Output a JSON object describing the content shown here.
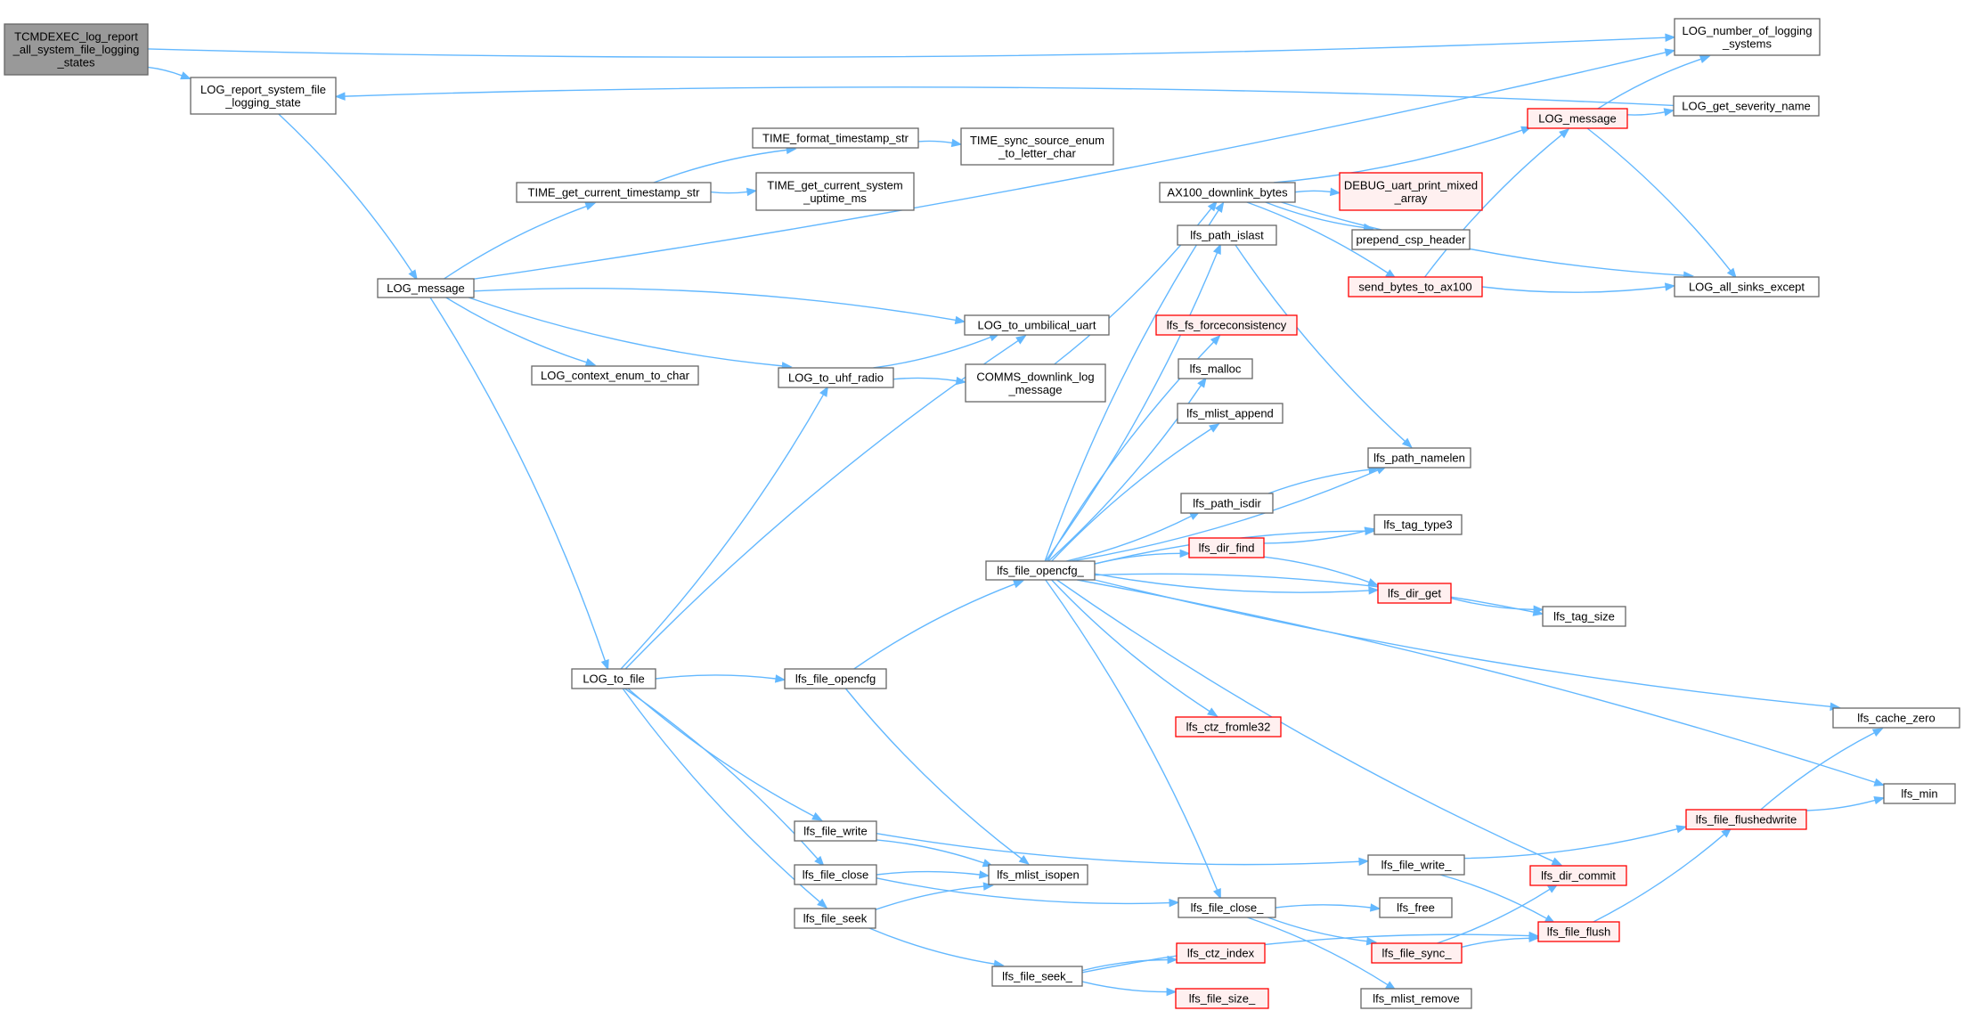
{
  "colors": {
    "edge": "#63b8ff",
    "node_border": "#666666",
    "node_fill": "#ffffff",
    "root_fill": "#999999",
    "root_border": "#666666",
    "truncated_border": "#ff0000",
    "truncated_fill": "#fff0f0"
  },
  "nodes": [
    {
      "id": "tcmdexec",
      "lines": [
        "TCMDEXEC_log_report",
        "_all_system_file_logging",
        "_states"
      ],
      "style": "root"
    },
    {
      "id": "log_report_sys",
      "lines": [
        "LOG_report_system_file",
        "_logging_state"
      ],
      "style": "normal"
    },
    {
      "id": "log_message_a",
      "lines": [
        "LOG_message"
      ],
      "style": "normal"
    },
    {
      "id": "time_get_ts",
      "lines": [
        "TIME_get_current_timestamp_str"
      ],
      "style": "normal"
    },
    {
      "id": "time_format_ts",
      "lines": [
        "TIME_format_timestamp_str"
      ],
      "style": "normal"
    },
    {
      "id": "time_sync_src",
      "lines": [
        "TIME_sync_source_enum",
        "_to_letter_char"
      ],
      "style": "normal"
    },
    {
      "id": "time_uptime",
      "lines": [
        "TIME_get_current_system",
        "_uptime_ms"
      ],
      "style": "normal"
    },
    {
      "id": "log_ctx_enum",
      "lines": [
        "LOG_context_enum_to_char"
      ],
      "style": "normal"
    },
    {
      "id": "log_to_umb",
      "lines": [
        "LOG_to_umbilical_uart"
      ],
      "style": "normal"
    },
    {
      "id": "log_to_uhf",
      "lines": [
        "LOG_to_uhf_radio"
      ],
      "style": "normal"
    },
    {
      "id": "comms_dl_log",
      "lines": [
        "COMMS_downlink_log",
        "_message"
      ],
      "style": "normal"
    },
    {
      "id": "log_to_file",
      "lines": [
        "LOG_to_file"
      ],
      "style": "normal"
    },
    {
      "id": "lfs_file_opencfg",
      "lines": [
        "lfs_file_opencfg"
      ],
      "style": "normal"
    },
    {
      "id": "lfs_file_opencfg_",
      "lines": [
        "lfs_file_opencfg_"
      ],
      "style": "normal"
    },
    {
      "id": "lfs_file_write",
      "lines": [
        "lfs_file_write"
      ],
      "style": "normal"
    },
    {
      "id": "lfs_file_close",
      "lines": [
        "lfs_file_close"
      ],
      "style": "normal"
    },
    {
      "id": "lfs_file_seek",
      "lines": [
        "lfs_file_seek"
      ],
      "style": "normal"
    },
    {
      "id": "lfs_mlist_isopen",
      "lines": [
        "lfs_mlist_isopen"
      ],
      "style": "normal"
    },
    {
      "id": "lfs_file_seek_",
      "lines": [
        "lfs_file_seek_"
      ],
      "style": "normal"
    },
    {
      "id": "ax100_dl",
      "lines": [
        "AX100_downlink_bytes"
      ],
      "style": "normal"
    },
    {
      "id": "lfs_path_islast",
      "lines": [
        "lfs_path_islast"
      ],
      "style": "normal"
    },
    {
      "id": "lfs_fs_forcecons",
      "lines": [
        "lfs_fs_forceconsistency"
      ],
      "style": "truncated"
    },
    {
      "id": "lfs_malloc",
      "lines": [
        "lfs_malloc"
      ],
      "style": "normal"
    },
    {
      "id": "lfs_mlist_append",
      "lines": [
        "lfs_mlist_append"
      ],
      "style": "normal"
    },
    {
      "id": "lfs_path_isdir",
      "lines": [
        "lfs_path_isdir"
      ],
      "style": "normal"
    },
    {
      "id": "lfs_dir_find",
      "lines": [
        "lfs_dir_find"
      ],
      "style": "truncated"
    },
    {
      "id": "lfs_ctz_fromle32",
      "lines": [
        "lfs_ctz_fromle32"
      ],
      "style": "truncated"
    },
    {
      "id": "lfs_file_close_",
      "lines": [
        "lfs_file_close_"
      ],
      "style": "normal"
    },
    {
      "id": "lfs_ctz_index",
      "lines": [
        "lfs_ctz_index"
      ],
      "style": "truncated"
    },
    {
      "id": "lfs_file_size_",
      "lines": [
        "lfs_file_size_"
      ],
      "style": "truncated"
    },
    {
      "id": "debug_uart",
      "lines": [
        "DEBUG_uart_print_mixed",
        "_array"
      ],
      "style": "truncated"
    },
    {
      "id": "prepend_csp",
      "lines": [
        "prepend_csp_header"
      ],
      "style": "normal"
    },
    {
      "id": "send_bytes",
      "lines": [
        "send_bytes_to_ax100"
      ],
      "style": "truncated"
    },
    {
      "id": "lfs_path_namelen",
      "lines": [
        "lfs_path_namelen"
      ],
      "style": "normal"
    },
    {
      "id": "lfs_tag_type3",
      "lines": [
        "lfs_tag_type3"
      ],
      "style": "normal"
    },
    {
      "id": "lfs_dir_get",
      "lines": [
        "lfs_dir_get"
      ],
      "style": "truncated"
    },
    {
      "id": "lfs_file_write_",
      "lines": [
        "lfs_file_write_"
      ],
      "style": "normal"
    },
    {
      "id": "lfs_free",
      "lines": [
        "lfs_free"
      ],
      "style": "normal"
    },
    {
      "id": "lfs_file_sync_",
      "lines": [
        "lfs_file_sync_"
      ],
      "style": "truncated"
    },
    {
      "id": "lfs_mlist_remove",
      "lines": [
        "lfs_mlist_remove"
      ],
      "style": "normal"
    },
    {
      "id": "log_message_b",
      "lines": [
        "LOG_message"
      ],
      "style": "truncated"
    },
    {
      "id": "lfs_dir_commit",
      "lines": [
        "lfs_dir_commit"
      ],
      "style": "truncated"
    },
    {
      "id": "lfs_file_flush",
      "lines": [
        "lfs_file_flush"
      ],
      "style": "truncated"
    },
    {
      "id": "lfs_file_flushedwrite",
      "lines": [
        "lfs_file_flushedwrite"
      ],
      "style": "truncated"
    },
    {
      "id": "log_num_sys",
      "lines": [
        "LOG_number_of_logging",
        "_systems"
      ],
      "style": "normal"
    },
    {
      "id": "log_sev_name",
      "lines": [
        "LOG_get_severity_name"
      ],
      "style": "normal"
    },
    {
      "id": "log_all_sinks",
      "lines": [
        "LOG_all_sinks_except"
      ],
      "style": "normal"
    },
    {
      "id": "lfs_tag_size",
      "lines": [
        "lfs_tag_size"
      ],
      "style": "normal"
    },
    {
      "id": "lfs_cache_zero",
      "lines": [
        "lfs_cache_zero"
      ],
      "style": "normal"
    },
    {
      "id": "lfs_min",
      "lines": [
        "lfs_min"
      ],
      "style": "normal"
    }
  ],
  "edges": [
    [
      "tcmdexec",
      "log_report_sys"
    ],
    [
      "tcmdexec",
      "log_num_sys"
    ],
    [
      "log_report_sys",
      "log_message_a"
    ],
    [
      "log_sev_name",
      "log_report_sys"
    ],
    [
      "log_message_a",
      "time_get_ts"
    ],
    [
      "log_message_a",
      "log_ctx_enum"
    ],
    [
      "log_message_a",
      "log_to_umb"
    ],
    [
      "log_message_a",
      "log_to_uhf"
    ],
    [
      "log_message_a",
      "log_to_file"
    ],
    [
      "log_message_a",
      "log_num_sys"
    ],
    [
      "time_get_ts",
      "time_format_ts"
    ],
    [
      "time_get_ts",
      "time_uptime"
    ],
    [
      "time_format_ts",
      "time_sync_src"
    ],
    [
      "log_to_uhf",
      "log_to_umb"
    ],
    [
      "log_to_uhf",
      "comms_dl_log"
    ],
    [
      "comms_dl_log",
      "ax100_dl"
    ],
    [
      "log_to_file",
      "log_to_umb"
    ],
    [
      "log_to_file",
      "log_to_uhf"
    ],
    [
      "log_to_file",
      "lfs_file_opencfg"
    ],
    [
      "log_to_file",
      "lfs_file_write"
    ],
    [
      "log_to_file",
      "lfs_file_close"
    ],
    [
      "log_to_file",
      "lfs_file_seek"
    ],
    [
      "lfs_file_opencfg",
      "lfs_file_opencfg_"
    ],
    [
      "lfs_file_opencfg",
      "lfs_mlist_isopen"
    ],
    [
      "lfs_file_write",
      "lfs_mlist_isopen"
    ],
    [
      "lfs_file_write",
      "lfs_file_write_"
    ],
    [
      "lfs_file_close",
      "lfs_mlist_isopen"
    ],
    [
      "lfs_file_close",
      "lfs_file_close_"
    ],
    [
      "lfs_file_seek",
      "lfs_mlist_isopen"
    ],
    [
      "lfs_file_seek",
      "lfs_file_seek_"
    ],
    [
      "lfs_file_seek_",
      "lfs_ctz_index"
    ],
    [
      "lfs_file_seek_",
      "lfs_file_size_"
    ],
    [
      "lfs_file_seek_",
      "lfs_file_flush"
    ],
    [
      "lfs_file_opencfg_",
      "lfs_path_islast"
    ],
    [
      "lfs_file_opencfg_",
      "lfs_fs_forcecons"
    ],
    [
      "lfs_file_opencfg_",
      "lfs_malloc"
    ],
    [
      "lfs_file_opencfg_",
      "lfs_mlist_append"
    ],
    [
      "lfs_file_opencfg_",
      "lfs_path_isdir"
    ],
    [
      "lfs_file_opencfg_",
      "lfs_dir_find"
    ],
    [
      "lfs_file_opencfg_",
      "lfs_ctz_fromle32"
    ],
    [
      "lfs_file_opencfg_",
      "lfs_file_close_"
    ],
    [
      "lfs_file_opencfg_",
      "lfs_path_namelen"
    ],
    [
      "lfs_file_opencfg_",
      "lfs_tag_type3"
    ],
    [
      "lfs_file_opencfg_",
      "lfs_dir_get"
    ],
    [
      "lfs_file_opencfg_",
      "lfs_tag_size"
    ],
    [
      "lfs_file_opencfg_",
      "lfs_cache_zero"
    ],
    [
      "lfs_file_opencfg_",
      "lfs_min"
    ],
    [
      "lfs_file_opencfg_",
      "lfs_dir_commit"
    ],
    [
      "lfs_file_opencfg_",
      "ax100_dl"
    ],
    [
      "ax100_dl",
      "log_message_b"
    ],
    [
      "ax100_dl",
      "debug_uart"
    ],
    [
      "ax100_dl",
      "prepend_csp"
    ],
    [
      "ax100_dl",
      "send_bytes"
    ],
    [
      "ax100_dl",
      "log_all_sinks"
    ],
    [
      "send_bytes",
      "log_message_b"
    ],
    [
      "send_bytes",
      "log_all_sinks"
    ],
    [
      "log_message_b",
      "log_num_sys"
    ],
    [
      "log_message_b",
      "log_sev_name"
    ],
    [
      "log_message_b",
      "log_all_sinks"
    ],
    [
      "lfs_path_islast",
      "lfs_path_namelen"
    ],
    [
      "lfs_path_isdir",
      "lfs_path_namelen"
    ],
    [
      "lfs_dir_find",
      "lfs_tag_type3"
    ],
    [
      "lfs_dir_find",
      "lfs_dir_get"
    ],
    [
      "lfs_dir_get",
      "lfs_tag_size"
    ],
    [
      "lfs_file_close_",
      "lfs_free"
    ],
    [
      "lfs_file_close_",
      "lfs_file_sync_"
    ],
    [
      "lfs_file_close_",
      "lfs_mlist_remove"
    ],
    [
      "lfs_file_sync_",
      "lfs_dir_commit"
    ],
    [
      "lfs_file_sync_",
      "lfs_file_flush"
    ],
    [
      "lfs_file_write_",
      "lfs_file_flushedwrite"
    ],
    [
      "lfs_file_write_",
      "lfs_file_flush"
    ],
    [
      "lfs_file_flush",
      "lfs_file_flushedwrite"
    ],
    [
      "lfs_file_flushedwrite",
      "lfs_cache_zero"
    ],
    [
      "lfs_file_flushedwrite",
      "lfs_min"
    ]
  ]
}
